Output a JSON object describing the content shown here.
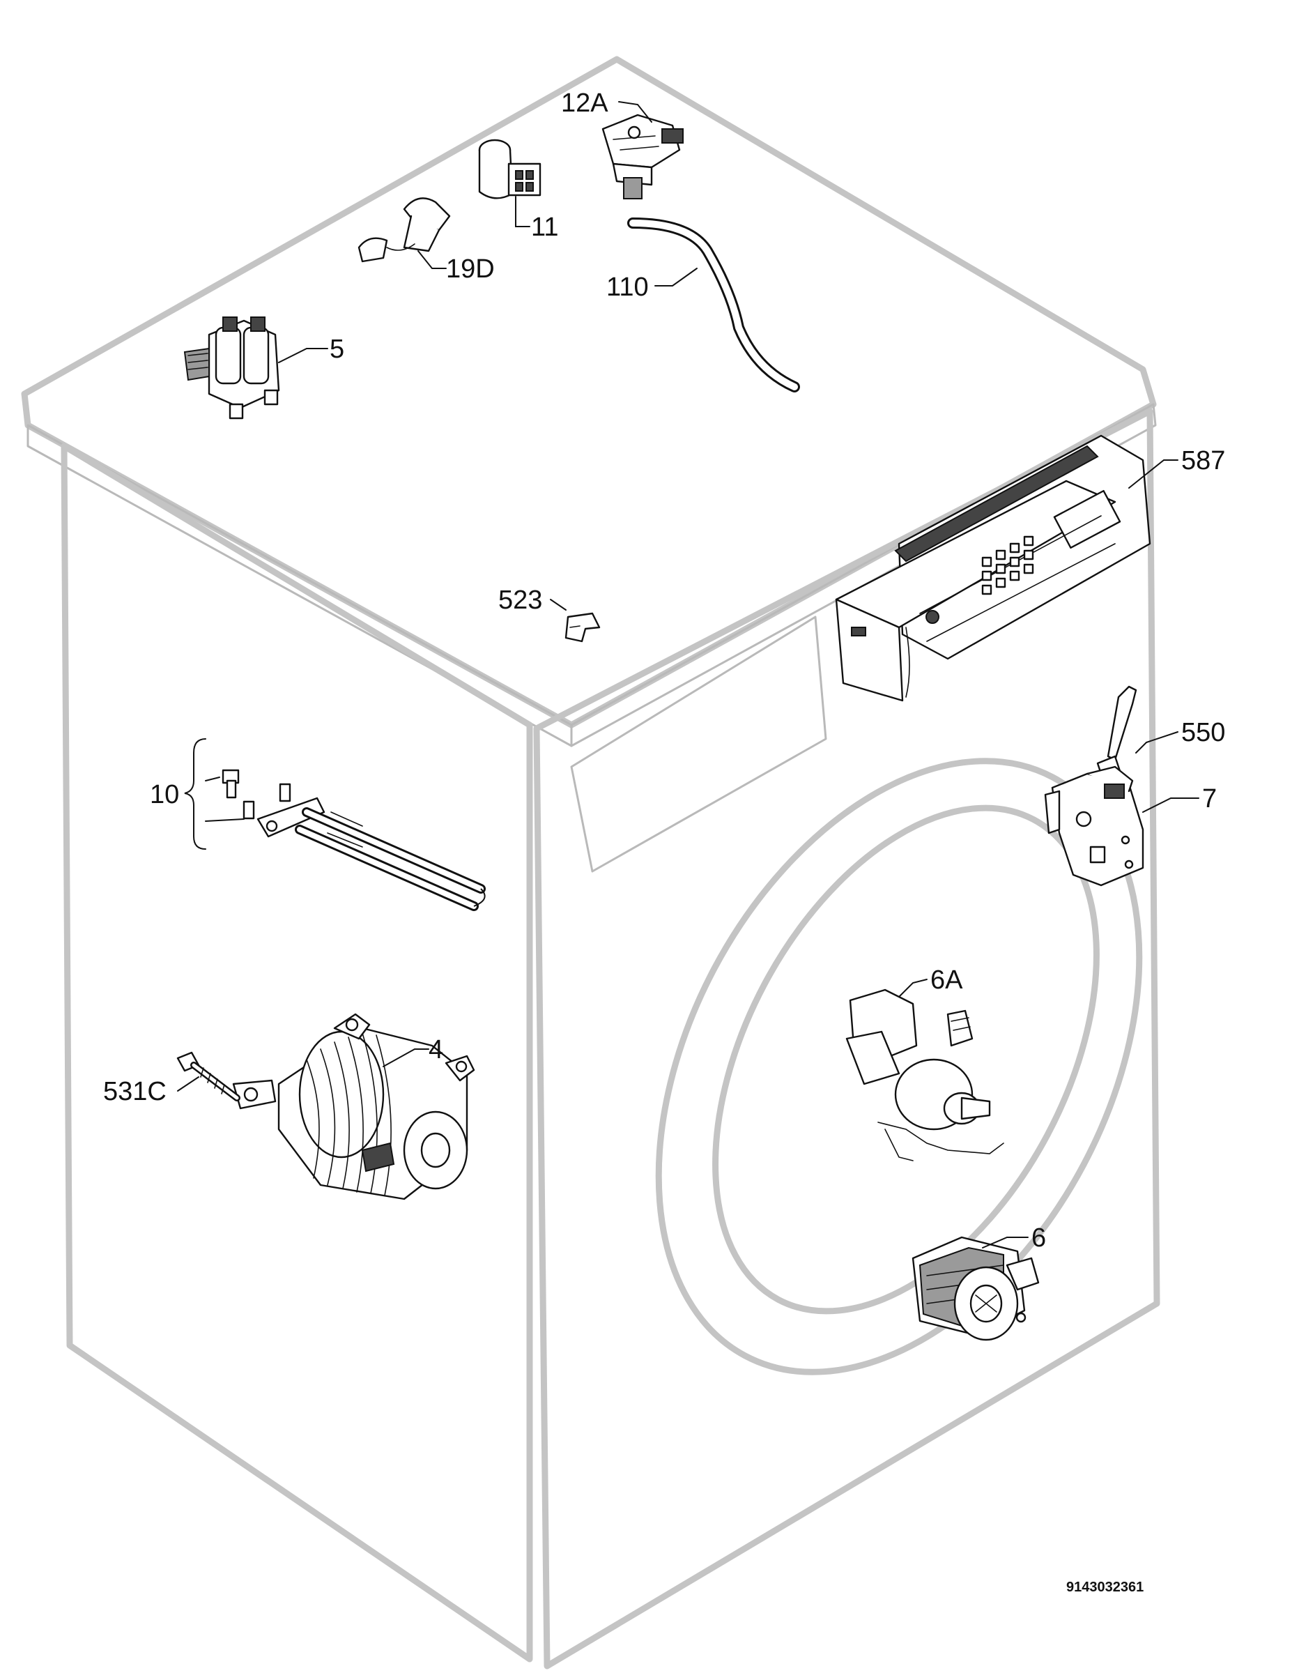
{
  "labels": {
    "p12A": "12A",
    "p11": "11",
    "p19D": "19D",
    "p110": "110",
    "p5": "5",
    "p587": "587",
    "p523": "523",
    "p10": "10",
    "p550": "550",
    "p7": "7",
    "p6A": "6A",
    "p4": "4",
    "p531C": "531C",
    "p6": "6"
  },
  "document_number": "9143032361"
}
